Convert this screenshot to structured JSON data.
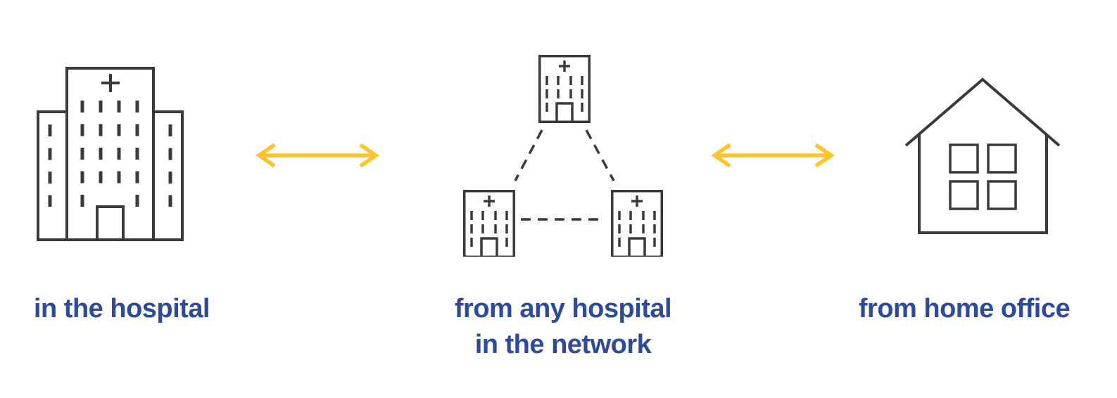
{
  "colors": {
    "background": "#ffffff",
    "outline": "#3a3a3a",
    "text": "#2e4a9b",
    "arrow": "#ffc42c"
  },
  "scenarios": [
    {
      "id": "in-hospital",
      "icon": "hospital-building-icon",
      "label": "in the hospital"
    },
    {
      "id": "any-hospital-in-network",
      "icon": "hospital-network-icon",
      "label_line1": "from any hospital",
      "label_line2": "in the network"
    },
    {
      "id": "home-office",
      "icon": "house-icon",
      "label": "from home office"
    }
  ],
  "connectors": [
    {
      "id": "hospital-to-network",
      "icon": "double-arrow-icon",
      "direction": "bidirectional"
    },
    {
      "id": "network-to-home",
      "icon": "double-arrow-icon",
      "direction": "bidirectional"
    }
  ]
}
